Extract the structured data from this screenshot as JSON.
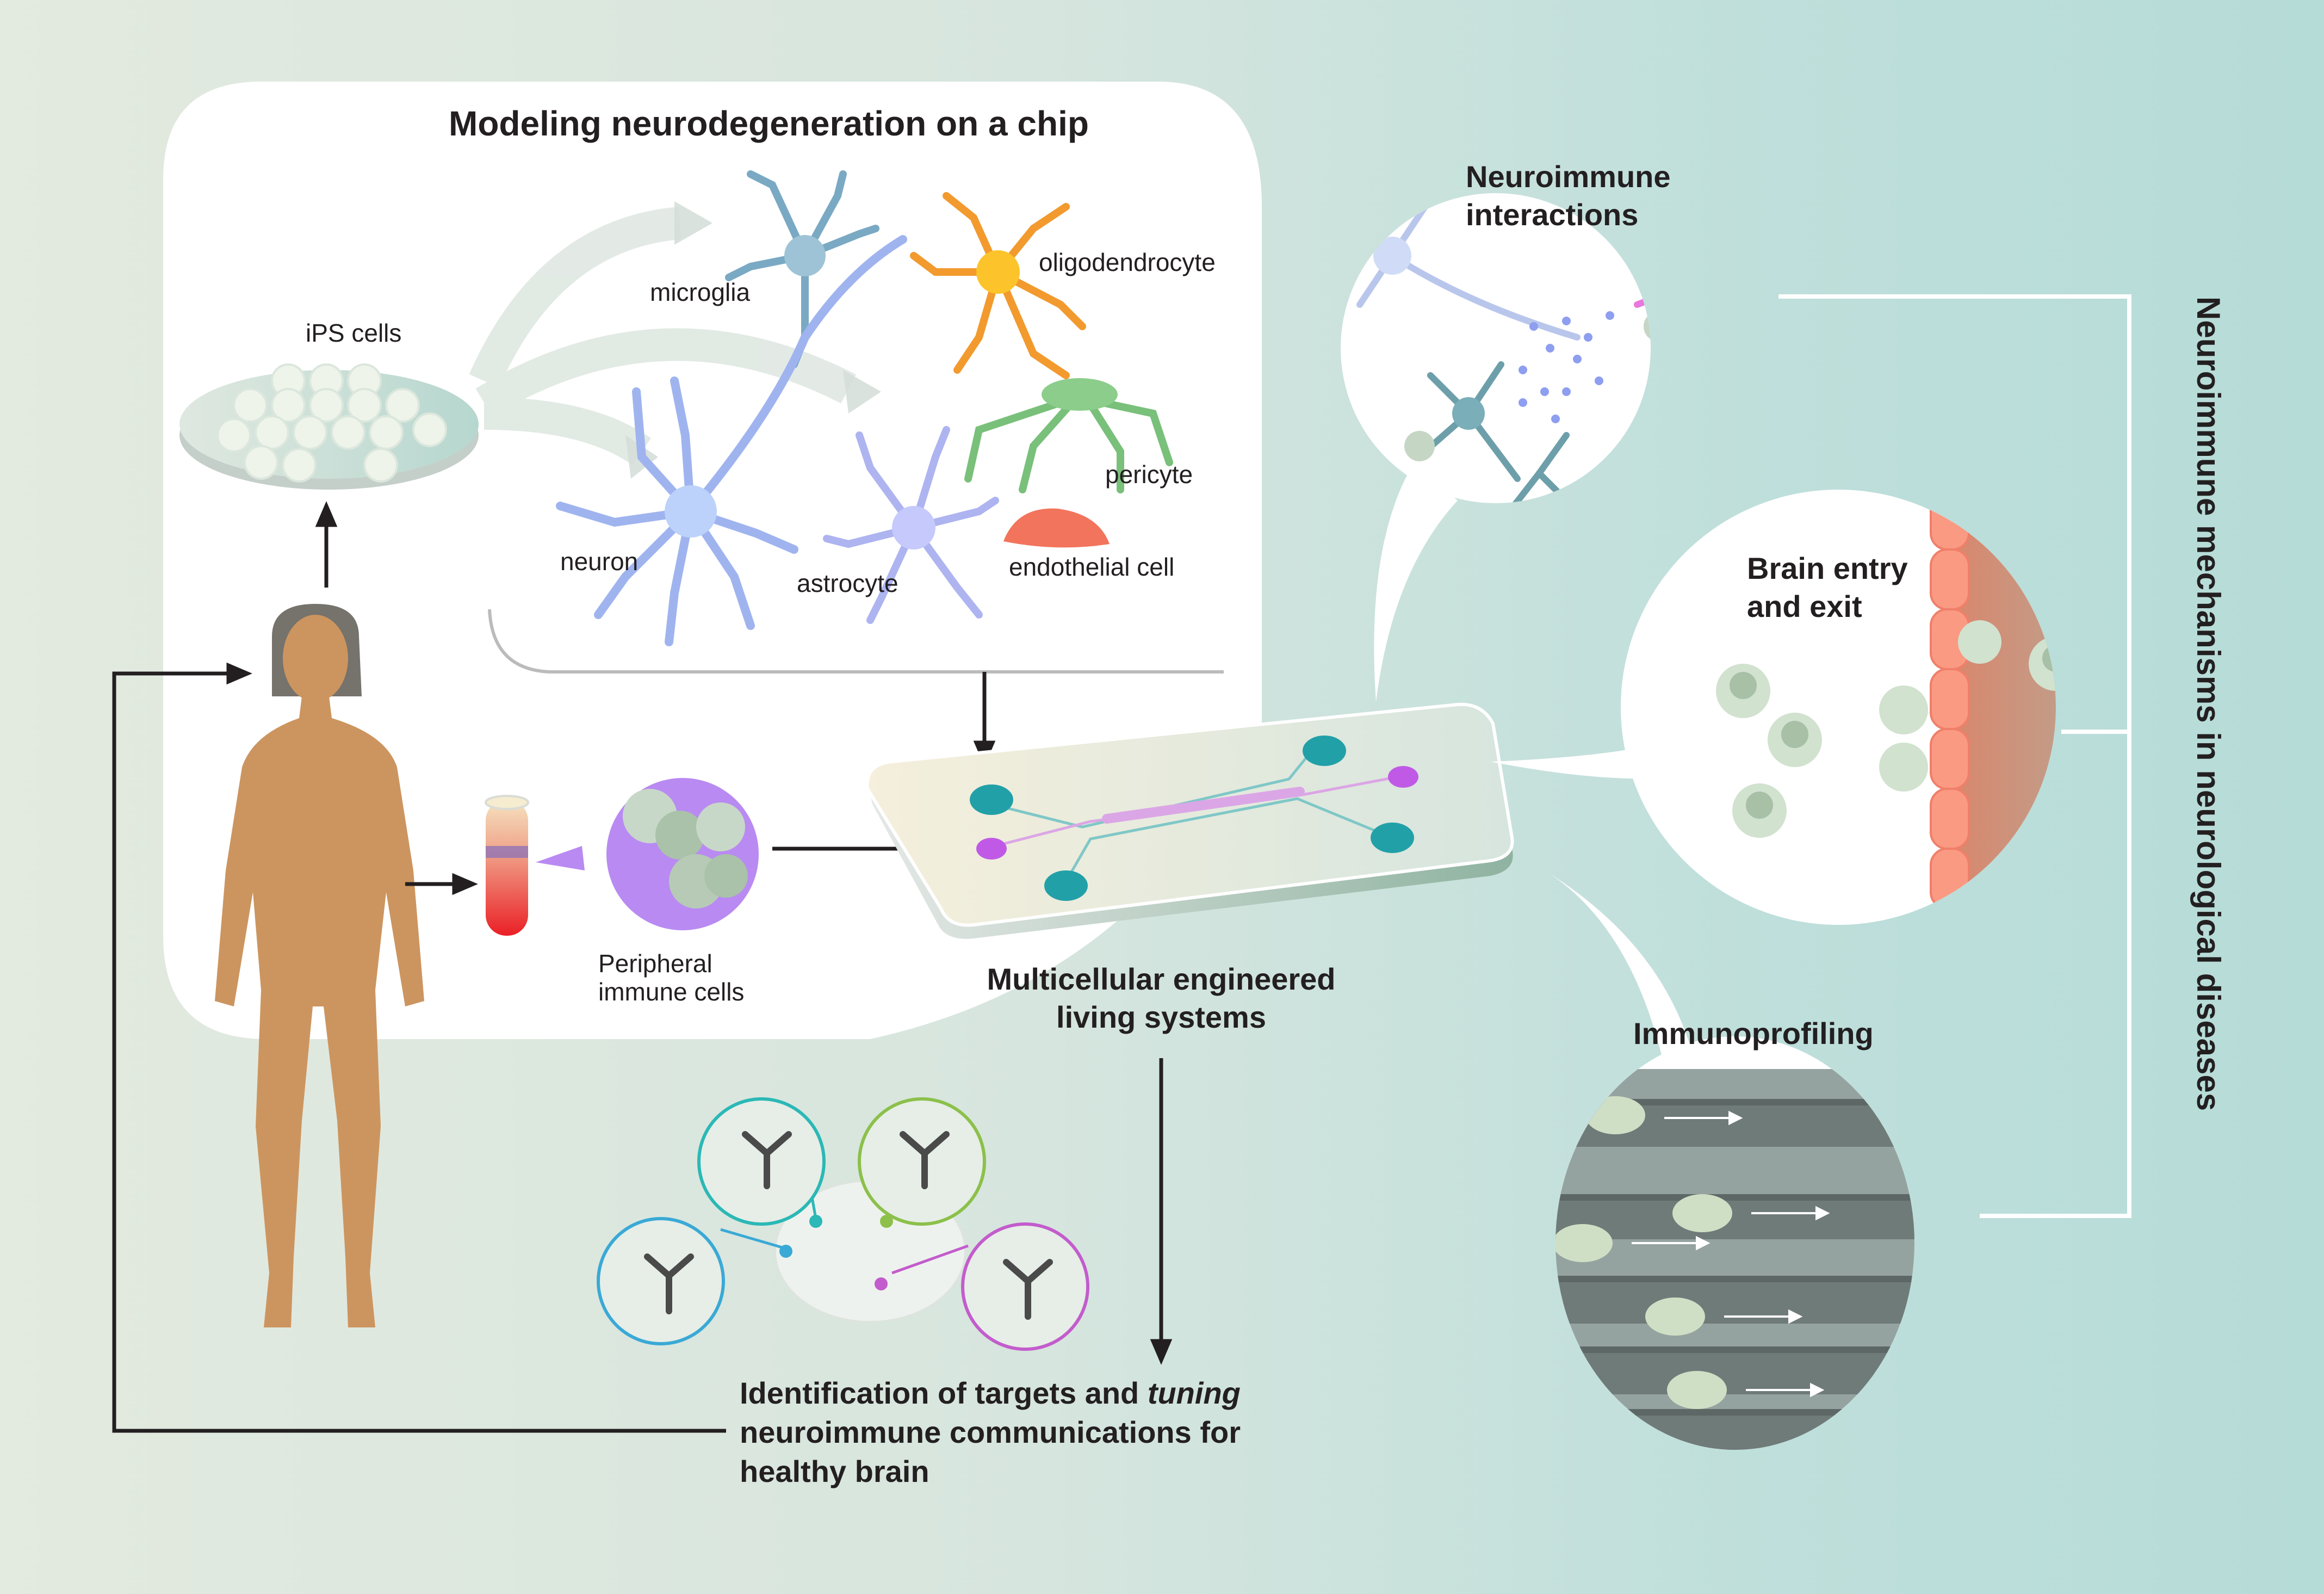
{
  "figure": {
    "main_panel_title": "Modeling neurodegeneration on a chip",
    "ips_label": "iPS cells",
    "cell_types": [
      {
        "name": "microglia",
        "color": "#7aa9c3"
      },
      {
        "name": "oligodendrocyte",
        "color": "#f29a2e"
      },
      {
        "name": "neuron",
        "color": "#9fb4ef"
      },
      {
        "name": "astrocyte",
        "color": "#aeb4f0"
      },
      {
        "name": "pericyte",
        "color": "#79c07a"
      },
      {
        "name": "endothelial cell",
        "color": "#f2745c"
      }
    ],
    "peripheral_label_line1": "Peripheral",
    "peripheral_label_line2": "immune cells",
    "chip_label_line1": "Multicellular engineered",
    "chip_label_line2": "living systems",
    "outcome_line1_part1": "Identification of targets and ",
    "outcome_line1_italic": "tuning",
    "outcome_line2": "neuroimmune communications for",
    "outcome_line3": "healthy brain",
    "bubbles": [
      {
        "id": "neuroimmune",
        "line1": "Neuroimmune",
        "line2": "interactions"
      },
      {
        "id": "brain-entry",
        "line1": "Brain entry",
        "line2": "and exit"
      },
      {
        "id": "immunoprofiling",
        "line1": "Immunoprofiling",
        "line2": ""
      }
    ],
    "side_title": "Neuroimmune mechanisms in neurological diseases",
    "therapy_colors": [
      "#3aa9d6",
      "#2bb8b6",
      "#8cc04a",
      "#c35ccc"
    ],
    "colors": {
      "bg_left": "#e3eadf",
      "bg_right": "#b6dcd8",
      "skin": "#cc955f",
      "hair": "#76726c",
      "chip_teal": "#22a0a8",
      "chip_magenta": "#c05ae6",
      "immune_bubble": "#b98af2"
    }
  }
}
